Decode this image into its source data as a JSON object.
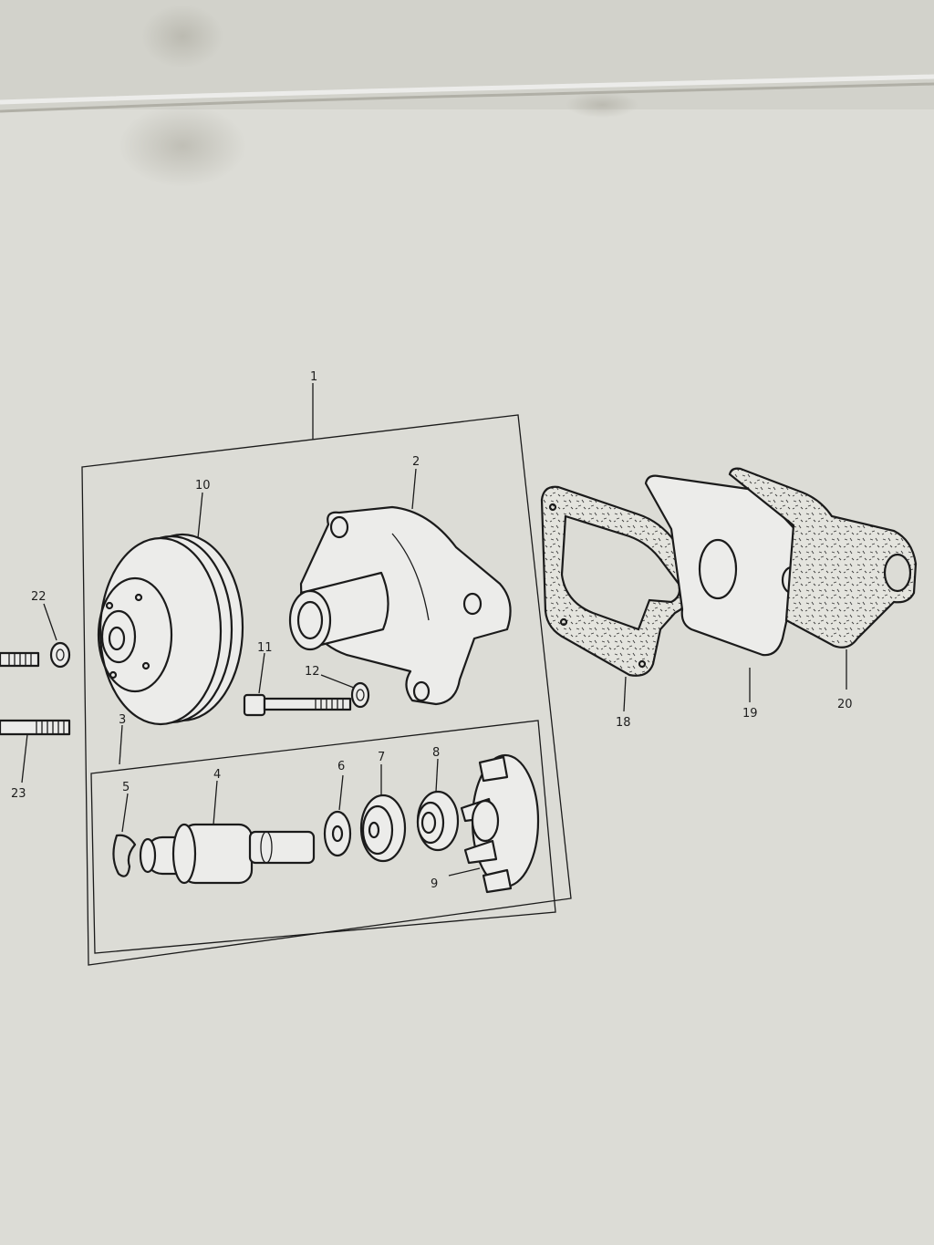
{
  "diagram": {
    "labels": {
      "assembly": "1",
      "housing": "2",
      "kit": "3",
      "spindle": "4",
      "clip": "5",
      "washer": "6",
      "seal_cup": "7",
      "seal": "8",
      "impeller": "9",
      "pulley_hub": "10",
      "bolt": "11",
      "lock_washer": "12",
      "gasket_front": "18",
      "back_plate": "19",
      "gasket_rear": "20",
      "washer_left": "22",
      "stud": "23"
    },
    "colors": {
      "paper": "#dcdcd6",
      "ink": "#1b1b1b",
      "stain": "#b9b8ae"
    }
  }
}
